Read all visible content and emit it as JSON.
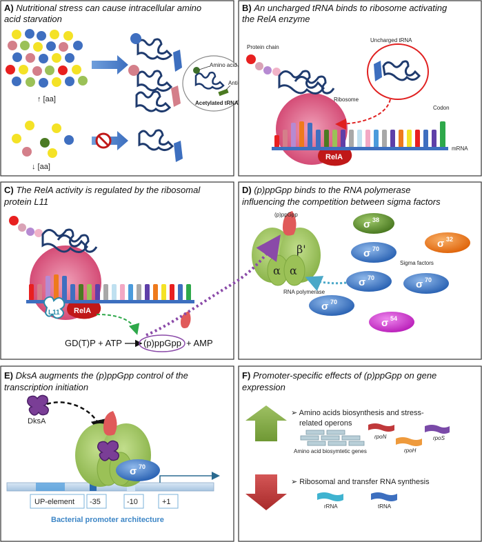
{
  "panels": {
    "a": {
      "title_l1_prefix": "A) ",
      "title_l1": "Nutritional stress can cause intracellular amino",
      "title_l2": "acid starvation",
      "aa_high": "↑ [aa]",
      "aa_low": "↓ [aa]",
      "inset_amino": "Amino acid",
      "inset_anticodon": "Anti-codon",
      "inset_label": "Acetylated tRNA"
    },
    "b": {
      "title_l1_prefix": "B) ",
      "title_l1": "An uncharged tRNA binds to ribosome activating",
      "title_l2": "the RelA enzyme",
      "protein_chain": "Protein chain",
      "uncharged_trna": "Uncharged tRNA",
      "ribosome": "Ribosome",
      "codon": "Codon",
      "mrna": "mRNA",
      "rela": "RelA"
    },
    "c": {
      "title_l1_prefix": "C) ",
      "title_l1": "The RelA activity is regulated by the ribosomal",
      "title_l2": "protein L11",
      "l11": "L11",
      "rela": "RelA",
      "eq_left": "GD(T)P + ATP",
      "eq_mid": "(p)ppGpp",
      "eq_right": "+ AMP"
    },
    "d": {
      "title_l1_prefix": "D) ",
      "title_l1": "(p)ppGpp binds to the RNA polymerase",
      "title_l2": "influencing the competition between sigma factors",
      "ppgpp": "(p)ppGpp",
      "beta": "β",
      "beta_prime": "β'",
      "alpha": "α",
      "rnap": "RNA polymerase",
      "sigma_factors": "Sigma factors",
      "sigma": "σ",
      "sig38": "38",
      "sig32": "32",
      "sig70": "70",
      "sig54": "54"
    },
    "e": {
      "title_l1_prefix": "E) ",
      "title_l1": "DksA augments the (p)ppGpp control of the",
      "title_l2": "transcription initiation",
      "dksa": "DksA",
      "sigma": "σ",
      "sig70": "70",
      "up": "UP-element",
      "m35": "-35",
      "m10": "-10",
      "p1": "+1",
      "caption": "Bacterial promoter architecture"
    },
    "f": {
      "title_l1_prefix": "F) ",
      "title_l1": "Promoter-specific effects of (p)ppGpp on gene",
      "title_l2": "expression",
      "bullet1_l1": "Amino acids biosynthesis and stress-",
      "bullet1_l2": "related operons",
      "rpoN": "rpoN",
      "rpoS": "rpoS",
      "rpoH": "rpoH",
      "aa_genes": "Amino acid biosymtetic genes",
      "bullet2": "Ribosomal and transfer RNA synthesis",
      "rrna": "rRNA",
      "trna": "tRNA"
    }
  },
  "colors": {
    "up_arrow": "#8fb04a",
    "down_arrow": "#c0393b",
    "rnap_green": "#9bc157",
    "ribosome_pink": "#d9577e",
    "trna_blue": "#1f3b6e",
    "sigma_blue": "#3d79c8",
    "sigma_green": "#5e8c2e",
    "sigma_orange": "#ee7a1c",
    "sigma_magenta": "#cc33cc",
    "ppgpp_red": "#e05a5a",
    "caption_blue": "#3d86c6"
  }
}
